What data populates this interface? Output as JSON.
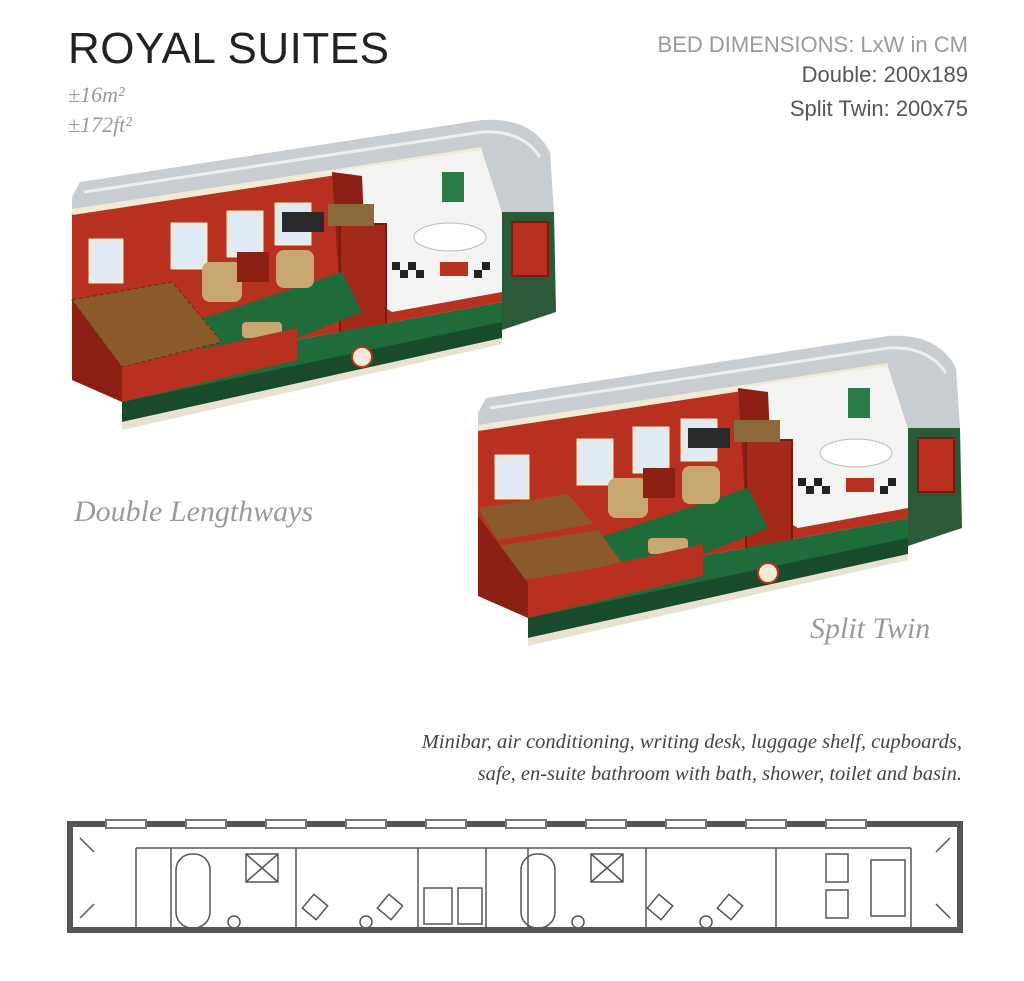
{
  "header": {
    "title": "ROYAL SUITES",
    "area_m2": "±16m²",
    "area_ft2": "±172ft²"
  },
  "bed_dimensions": {
    "heading": "BED DIMENSIONS: LxW in CM",
    "double": "Double: 200x189",
    "split_twin": "Split Twin: 200x75"
  },
  "layouts": {
    "double_label": "Double Lengthways",
    "split_label": "Split Twin"
  },
  "amenities": {
    "line1": "Minibar, air conditioning, writing desk, luggage shelf, cupboards,",
    "line2": "safe, en-suite bathroom with bath, shower, toilet and basin."
  },
  "colors": {
    "wood": "#b8301f",
    "wood_dark": "#8c1f14",
    "carpet": "#1f6b3a",
    "exterior_green": "#2c5a36",
    "roof": "#c8cdd2",
    "cream": "#f1ead6"
  }
}
